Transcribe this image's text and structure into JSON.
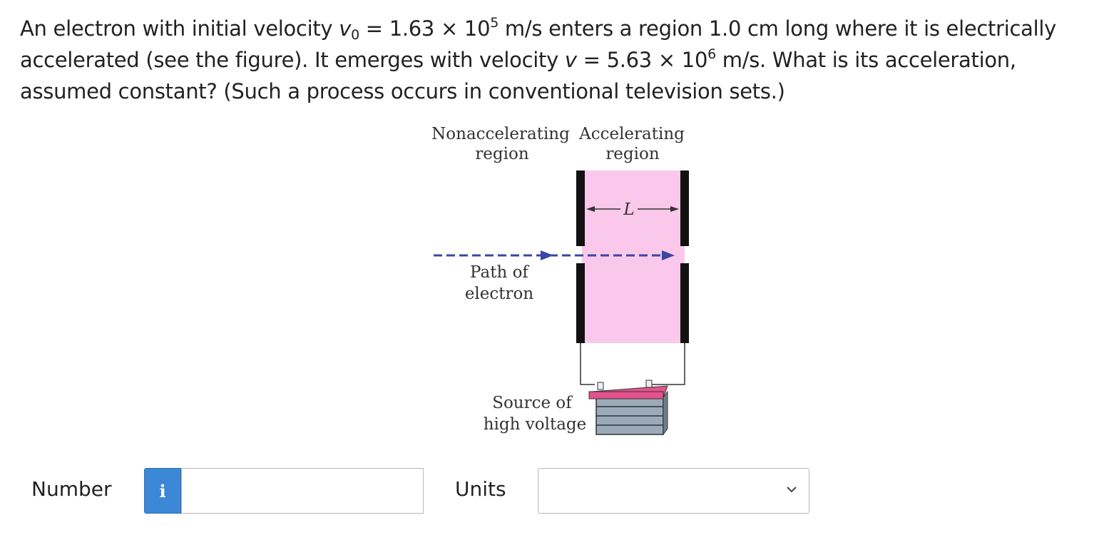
{
  "question": {
    "part1": "An electron with initial velocity ",
    "v0_symbol": "v",
    "v0_sub": "0",
    "part2": " = 1.63 × 10",
    "exp1": "5",
    "part3": " m/s enters a region 1.0 cm long where it is electrically accelerated (see the figure). It emerges with velocity ",
    "v_symbol": "v",
    "part4": " = 5.63 × 10",
    "exp2": "6",
    "part5": " m/s. What is its acceleration, assumed constant? (Such a process occurs in conventional television sets.)"
  },
  "figure": {
    "label_nonaccel_1": "Nonaccelerating",
    "label_nonaccel_2": "region",
    "label_accel_1": "Accelerating",
    "label_accel_2": "region",
    "label_L": "L",
    "label_path_1": "Path of",
    "label_path_2": "electron",
    "label_source_1": "Source of",
    "label_source_2": "high voltage",
    "colors": {
      "region_fill": "#f9c8ea",
      "path": "#3a46a6",
      "battery_top": "#e4528e",
      "battery_body": "#9aaab8"
    }
  },
  "answer": {
    "number_label": "Number",
    "info_icon": "i",
    "number_value": "",
    "units_label": "Units",
    "units_selected": ""
  }
}
